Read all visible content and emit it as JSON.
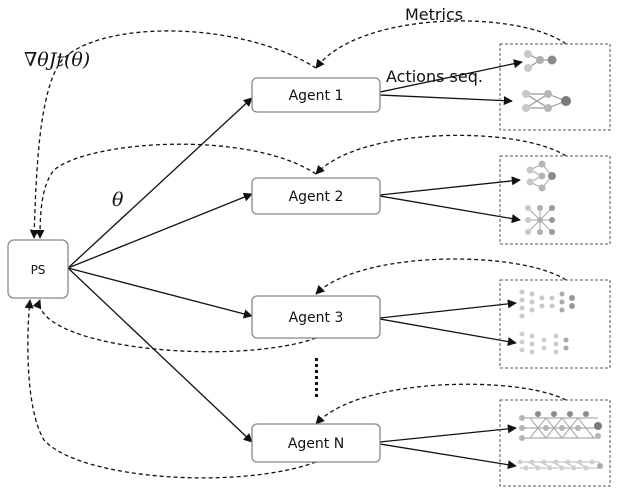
{
  "ps_label": "PS",
  "agents": [
    "Agent 1",
    "Agent 2",
    "Agent 3",
    "Agent N"
  ],
  "labels": {
    "metrics": "Metrics",
    "actions_seq": "Actions seq.",
    "theta": "θ",
    "gradient": "∇θJt(θ)"
  },
  "colors": {
    "line": "#111111",
    "node_light": "#c8c8c8",
    "node_dark": "#7a7a7a"
  }
}
